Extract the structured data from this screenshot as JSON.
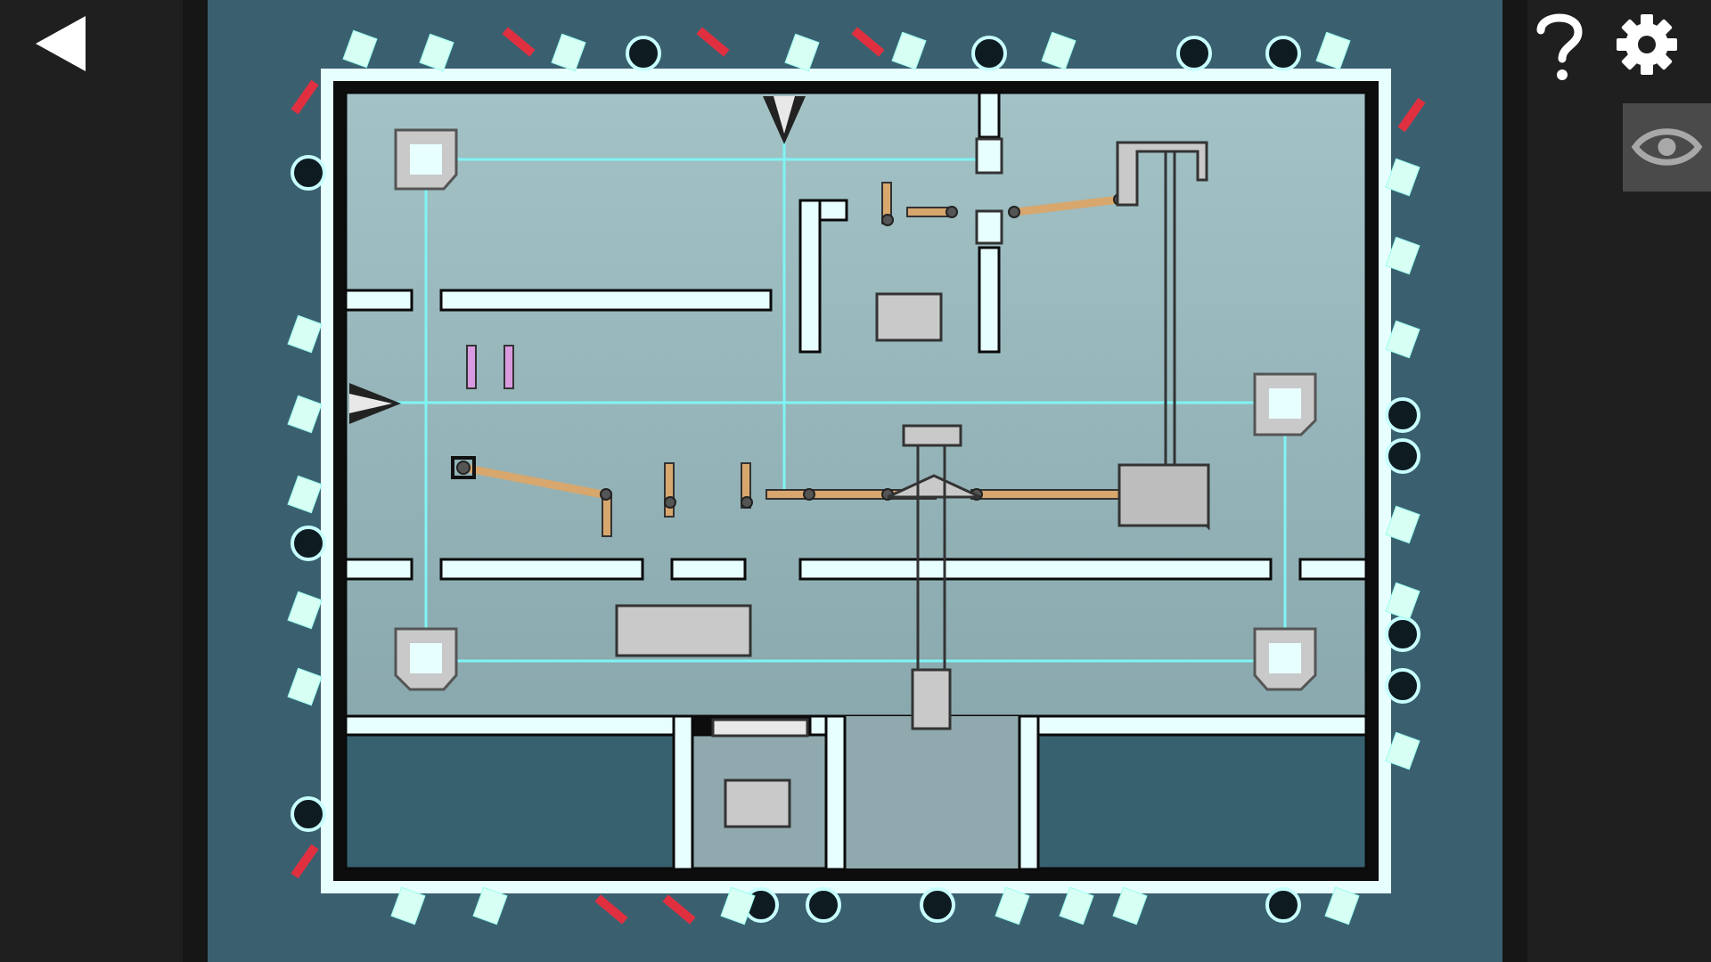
{
  "ui": {
    "back_icon": "back-arrow-icon",
    "help_icon": "question-mark-icon",
    "settings_icon": "gear-icon",
    "eye_icon": "eye-icon"
  },
  "colors": {
    "background_dark": "#1f1f1f",
    "stage": "#3a6070",
    "chamber": "#9fbcc0",
    "wall_glow": "#b8ffff",
    "laser": "#7ff4f4",
    "wood": "#d7a76e",
    "metal": "#c9c9c9",
    "laser_red": "#e03040",
    "pink_peg": "#d99ae0"
  },
  "puzzle": {
    "chamber": "main-chamber",
    "rooms": [
      "lower-left-room",
      "lower-middle-room",
      "lower-right-room"
    ]
  }
}
